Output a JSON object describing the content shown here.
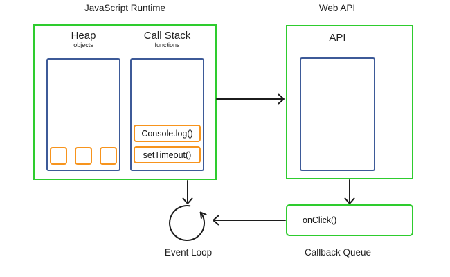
{
  "titles": {
    "runtime": "JavaScript Runtime",
    "web_api": "Web API"
  },
  "runtime": {
    "heap": {
      "title": "Heap",
      "subtitle": "objects"
    },
    "call_stack": {
      "title": "Call Stack",
      "subtitle": "functions",
      "frames": [
        "Console.log()",
        "setTimeout()"
      ]
    }
  },
  "web_api": {
    "inner_title": "API"
  },
  "callback_queue": {
    "label": "Callback Queue",
    "items": [
      "onClick()"
    ]
  },
  "event_loop": {
    "label": "Event Loop"
  },
  "colors": {
    "container_green": "#2ecc2e",
    "inner_blue": "#3d5a98",
    "accent_orange": "#f7941d",
    "arrow_black": "#1c1c1c"
  }
}
